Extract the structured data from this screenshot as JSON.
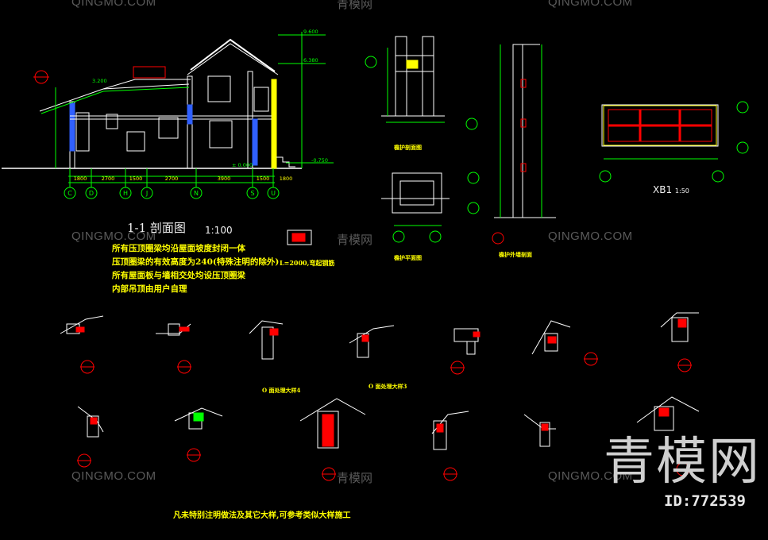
{
  "watermarks": {
    "latin": "QINGMO.COM",
    "cn": "青模网"
  },
  "brand": {
    "logo_text": "青模网",
    "id_label": "ID:772539"
  },
  "section_drawing": {
    "title": "1-1  剖面图",
    "scale": "1:100",
    "axis_labels": [
      "C",
      "D",
      "H",
      "J",
      "N",
      "S",
      "U"
    ],
    "dim_labels": [
      "1800",
      "2700",
      "1500",
      "2700",
      "3900",
      "1500",
      "1800"
    ],
    "elevations": [
      "9.600",
      "6.380",
      "3.200",
      "± 0.000",
      "-0.750"
    ]
  },
  "notes": {
    "line1": "所有压顶圈梁均沿屋面坡度封闭一体",
    "line2": "压顶圈梁的有效高度为240(特殊注明的除外)",
    "line3": "所有屋面板与墙相交处均设压顶圈梁",
    "line4": "内部吊顶由用户自理"
  },
  "misc_labels": {
    "beam_label": "L=2000,弯起钢筋",
    "parapet_section": "檐护剖面图",
    "parapet_plan": "檐护平面图",
    "parapet_wall": "檐护外墙剖面",
    "xb1": "XB1",
    "xb1_scale": "1:50",
    "node4": "O 面处理大样4",
    "node3": "O 面处理大样3",
    "bottom_note": "凡未特别注明做法及其它大样,可参考类似大样施工"
  },
  "colors": {
    "background": "#000000",
    "primary_line": "#ffffff",
    "accent_red": "#ff0000",
    "accent_yellow": "#ffff00",
    "accent_green": "#00ff00",
    "accent_cyan": "#00ffff",
    "accent_blue": "#3060ff",
    "watermark": "#5a5a5a"
  }
}
